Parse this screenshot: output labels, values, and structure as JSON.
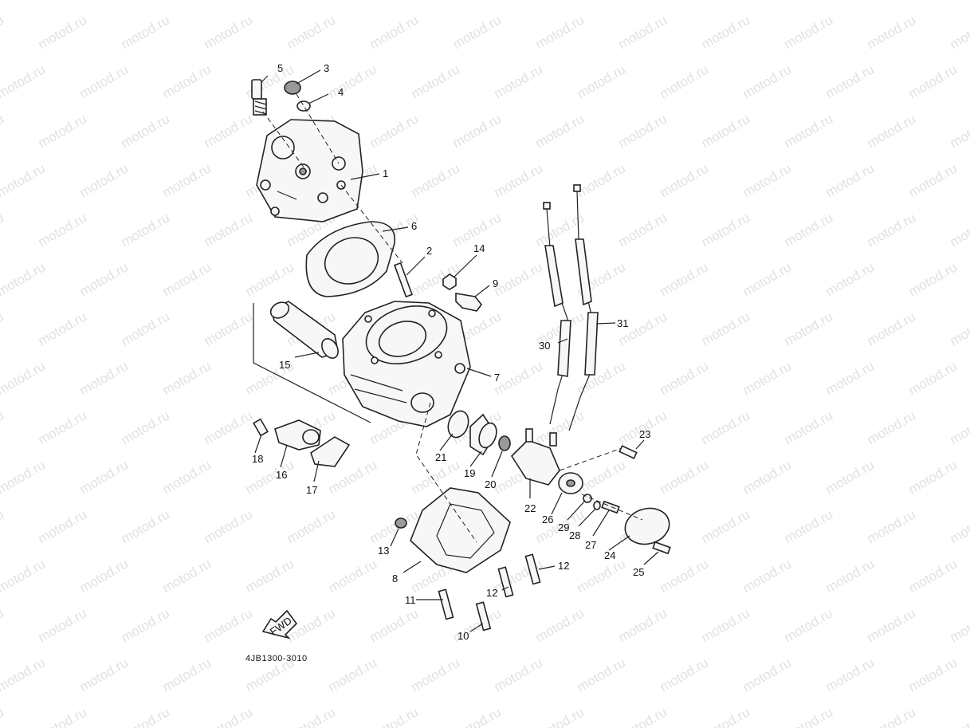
{
  "watermark": {
    "text": "motod.ru"
  },
  "diagram": {
    "code": "4JB1300-3010",
    "fwd_label": "FWD",
    "callouts": [
      "1",
      "2",
      "3",
      "4",
      "5",
      "6",
      "7",
      "8",
      "9",
      "10",
      "11",
      "12",
      "12",
      "13",
      "14",
      "15",
      "16",
      "17",
      "18",
      "19",
      "20",
      "21",
      "22",
      "23",
      "24",
      "25",
      "26",
      "27",
      "28",
      "29",
      "30",
      "31"
    ]
  }
}
